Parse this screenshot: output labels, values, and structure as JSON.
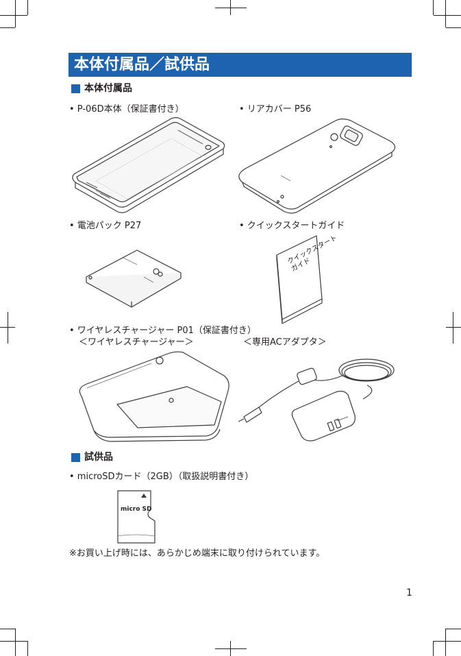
{
  "page_title": "本体付属品／試供品",
  "sections": [
    {
      "title": "本体付属品",
      "items": [
        "• P-06D本体（保証書付き）",
        "• リアカバー P56",
        "• 電池パック P27",
        "• クイックスタートガイド",
        "• ワイヤレスチャージャー P01（保証書付き）"
      ],
      "sub_labels": [
        "＜ワイヤレスチャージャー＞",
        "＜専用ACアダプタ＞"
      ]
    },
    {
      "title": "試供品",
      "items": [
        "• microSDカード（2GB）（取扱説明書付き）"
      ]
    }
  ],
  "guide_cover_text": [
    "クイックスタート",
    "ガイド"
  ],
  "microsd_logo": "micro SD",
  "note": "※お買い上げ時には、あらかじめ端末に取り付けられています。",
  "page_number": "1",
  "colors": {
    "accent": "#1e63b0",
    "text": "#231f20",
    "line": "#3a3a3a"
  }
}
